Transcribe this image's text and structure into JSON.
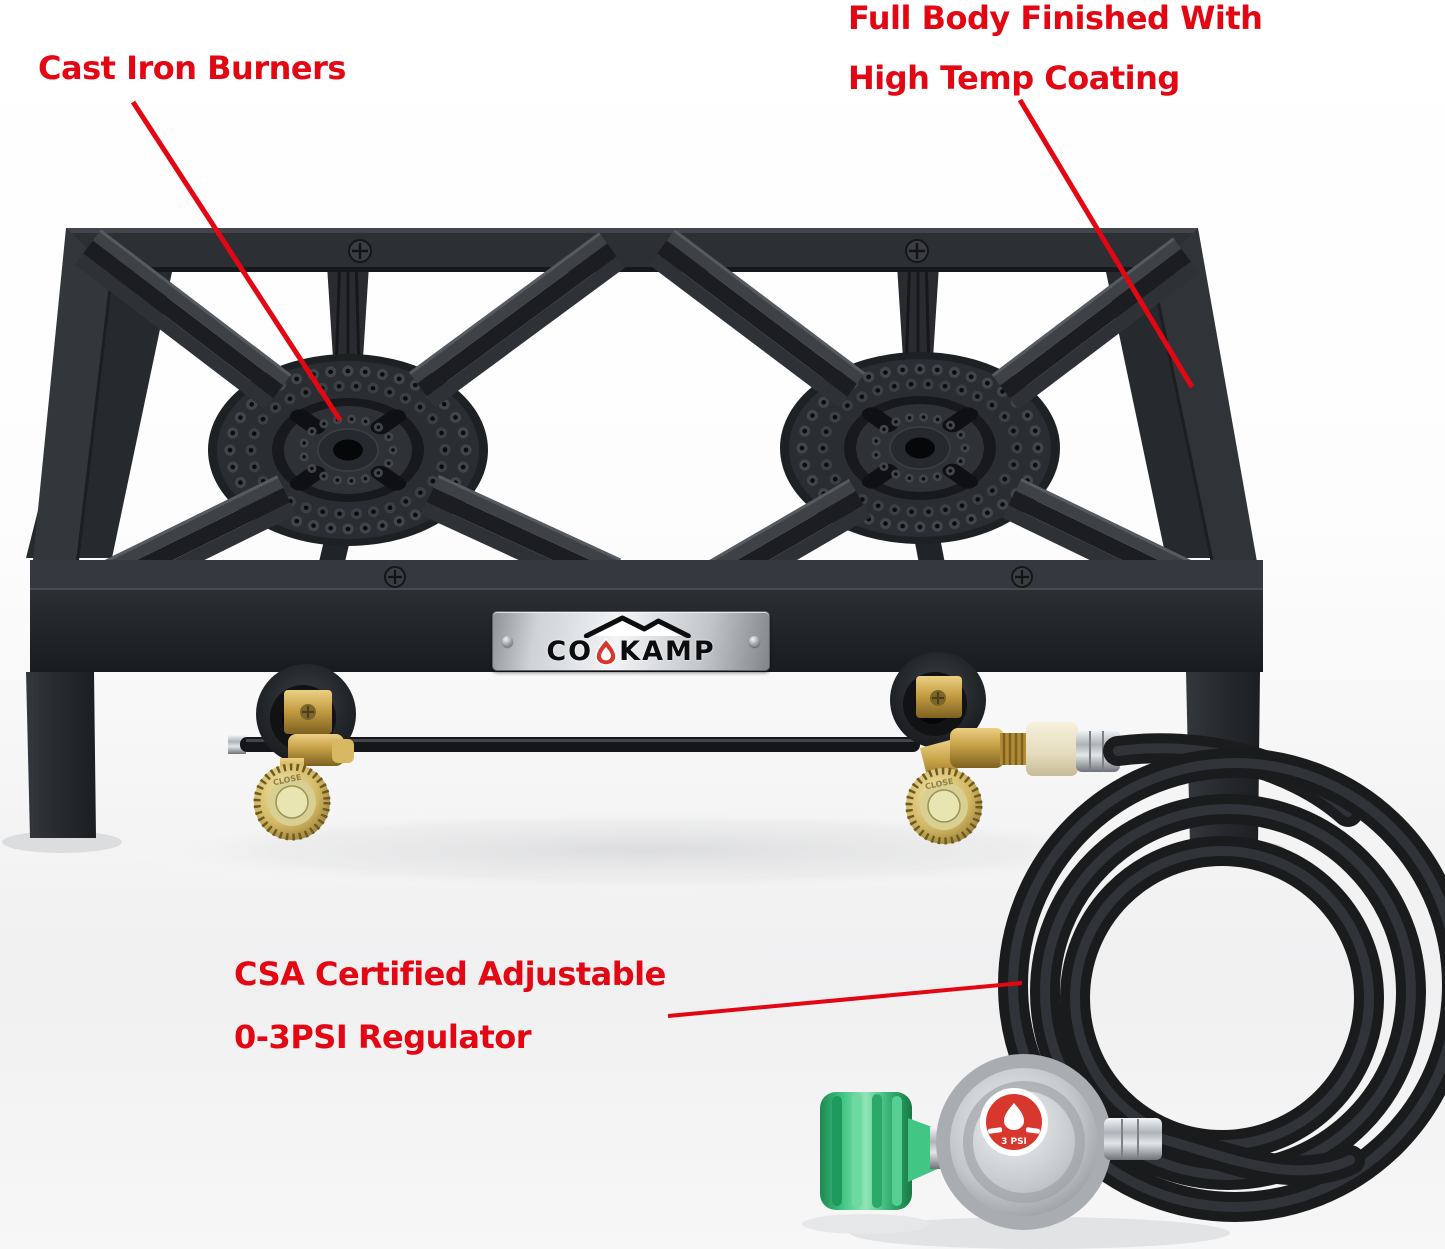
{
  "annotations": {
    "cast_iron": "Cast Iron Burners",
    "coating_line1": "Full Body Finished With",
    "coating_line2": "High Temp Coating",
    "regulator_line1": "CSA Certified Adjustable",
    "regulator_line2": "0-3PSI Regulator"
  },
  "badge": {
    "left": "CO",
    "right": "KAMP",
    "brand": "COOKAMP"
  },
  "valve": {
    "knob_label": "CLOSE"
  },
  "regulator": {
    "emblem_label": "3 PSI"
  },
  "colors": {
    "annotation-red": "#e30613",
    "stove-dark": "#2c2f33",
    "stove-darker": "#1f2226",
    "brass": "#c9a44c",
    "cream-nut": "#e9e1c8",
    "chrome": "#c7ccd1",
    "green-knob": "#3fc27f",
    "hose-black": "#1a1c1e",
    "badge-silver": "#d4d7da",
    "flame-red": "#d8372e"
  }
}
